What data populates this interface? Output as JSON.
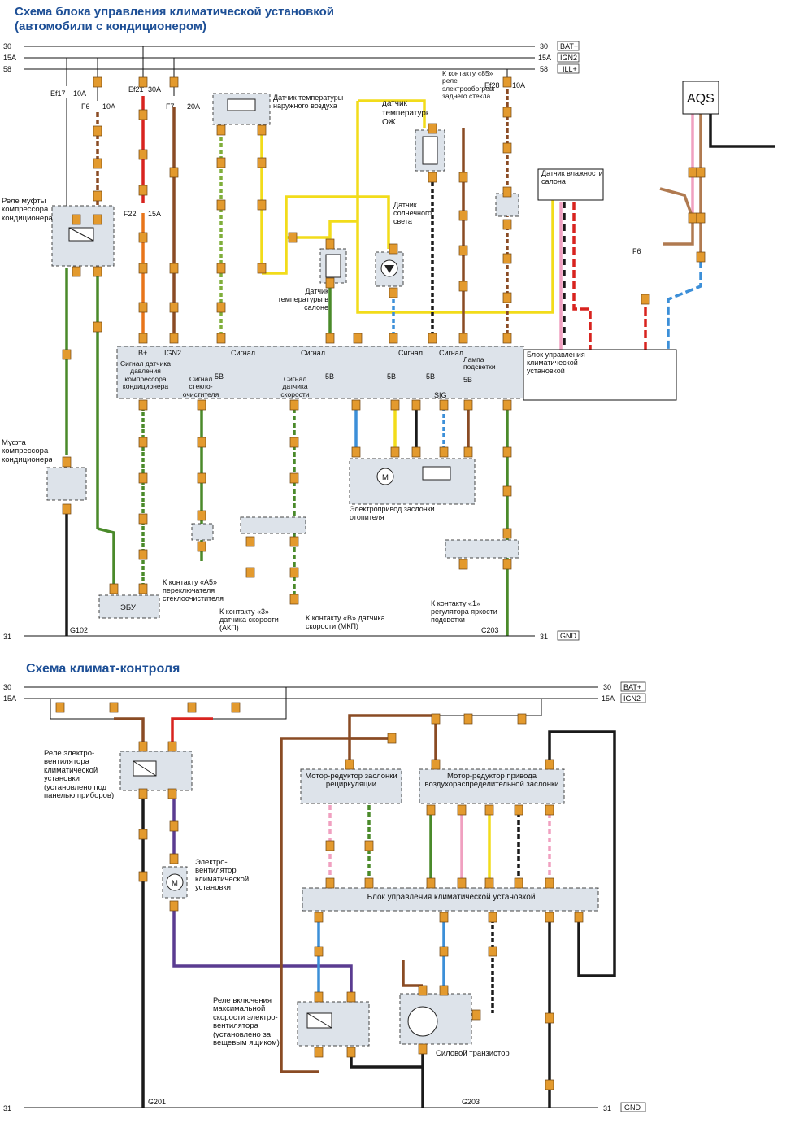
{
  "colors": {
    "title": "#1d4f96",
    "orange": "#e8751a",
    "red": "#d8231f",
    "brown": "#8a4b24",
    "green": "#4a8a2a",
    "yellow": "#f2dc1a",
    "blue": "#3c8fd8",
    "pink": "#f0a0c0",
    "black": "#1a1a1a",
    "purple": "#5a3c91",
    "lightbrown": "#b07a50",
    "unit_fill": "#dde3ea",
    "pin": "#e39a2e"
  },
  "top": {
    "title_line1": "Схема блока управления климатической установкой",
    "title_line2": "(автомобили с кондиционером)",
    "buses": [
      {
        "num": "30",
        "tag": "BAT+"
      },
      {
        "num": "15A",
        "tag": "IGN2"
      },
      {
        "num": "58",
        "tag": "ILL+"
      }
    ],
    "ground_num": "31",
    "ground_tag": "GND",
    "control_unit_label": "Блок управления климатической установкой",
    "ac_relay_label": "Реле муфты компрессора кондиционера",
    "compressor_clutch_label": "Муфта компрессора кондиционера",
    "ecu_label": "ЭБУ",
    "outside_temp_sensor": "Датчик температуры наружного воздуха",
    "coolant_temp_sensor": "датчик температуры ОЖ",
    "sun_sensor": "Датчик солнечного света",
    "cabin_temp_sensor": "Датчик температуры в салоне",
    "rear_defrost_note": "К контакту «85» реле электрообогрева заднего стекла",
    "humidity_sensor": "Датчик влажности салона",
    "aqs": "AQS",
    "heater_actuator": "Электропривод заслонки отопителя",
    "wiper_note": "К контакту «А5» переключателя стеклоочистителя",
    "speed3_note": "К контакту «3» датчика скорости (АКП)",
    "speedB_note": "К контакту «В» датчика скорости (МКП)",
    "brightness_note": "К контакту «1» регулятора яркости подсветки",
    "signal_pressure": "Сигнал датчика давления компрессора кондиционера",
    "signal_wiper": "Сигнал стекло-очистителя",
    "signal_speed": "Сигнал датчика скорости",
    "signal": "Сигнал",
    "lamp": "Лампа подсветки",
    "fuses": {
      "ef17": "Ef17",
      "ef17a": "10A",
      "f6": "F6",
      "f6a": "10A",
      "ef21": "Ef21",
      "ef21a": "30A",
      "f7": "F7",
      "f7a": "20A",
      "f22": "F22",
      "f22a": "15A",
      "ef28": "Ef28",
      "ef28a": "10A"
    },
    "grounds": [
      "G102",
      "C203"
    ],
    "misc": {
      "b_plus": "B+",
      "ign2": "IGN2",
      "5v": "5В",
      "sig": "SIG",
      "f6": "F6"
    }
  },
  "bottom": {
    "title": "Схема климат-контроля",
    "buses": [
      {
        "num": "30",
        "tag": "BAT+"
      },
      {
        "num": "15A",
        "tag": "IGN2"
      }
    ],
    "ground_num": "31",
    "ground_tag": "GND",
    "fan_relay": "Реле электро-вентилятора климатической установки (установлено под панелью приборов)",
    "fan": "Электро-вентилятор климатической установки",
    "recirc_motor": "Мотор-редуктор заслонки рециркуляции",
    "air_motor": "Мотор-редуктор привода воздухораспределительной заслонки",
    "control_unit": "Блок управления климатической установкой",
    "max_relay": "Реле включения максимальной скорости электро-вентилятора (установлено за вещевым ящиком)",
    "transistor": "Силовой транзистор",
    "grounds": [
      "G201",
      "G203"
    ]
  }
}
